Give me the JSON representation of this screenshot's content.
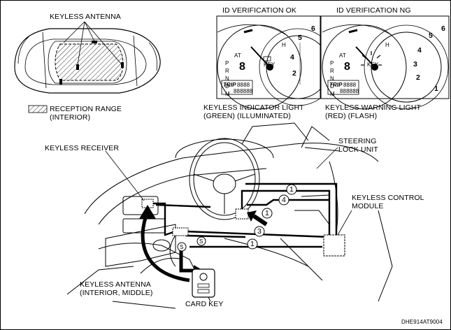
{
  "top_labels": {
    "keyless_antenna": "KEYLESS ANTENNA",
    "reception_range": "RECEPTION RANGE\n(INTERIOR)",
    "id_verification_ok": "ID VERIFICATION OK",
    "id_verification_ng": "ID VERIFICATION NG",
    "indicator_light": "KEYLESS INDICATOR LIGHT\n(GREEN) (ILLUMINATED)",
    "warning_light": "KEYLESS WARNING LIGHT\n(RED) (FLASH)"
  },
  "gauge": {
    "gear_letters": [
      "P",
      "R",
      "N",
      "D",
      "M"
    ],
    "at_label": "AT",
    "gear_digit": "8",
    "trip_label": "TRIP",
    "trip_digits": "8888",
    "odo_digits": "888888",
    "fuel_h": "H",
    "key_label": "KEY",
    "tach_numbers": [
      "6",
      "5",
      "4",
      "3",
      "2",
      "1"
    ]
  },
  "bottom_labels": {
    "keyless_receiver": "KEYLESS RECEIVER",
    "steering_lock_unit": "STEERING\nLOCK UNIT",
    "keyless_control_module": "KEYLESS CONTROL\nMODULE",
    "keyless_antenna_interior": "KEYLESS ANTENNA\n(INTERIOR, MIDDLE)",
    "card_key": "CARD KEY"
  },
  "callouts": {
    "c1": "1",
    "c3": "3",
    "c4": "4",
    "s": "S"
  },
  "figure_code": "DHE914AT9004"
}
